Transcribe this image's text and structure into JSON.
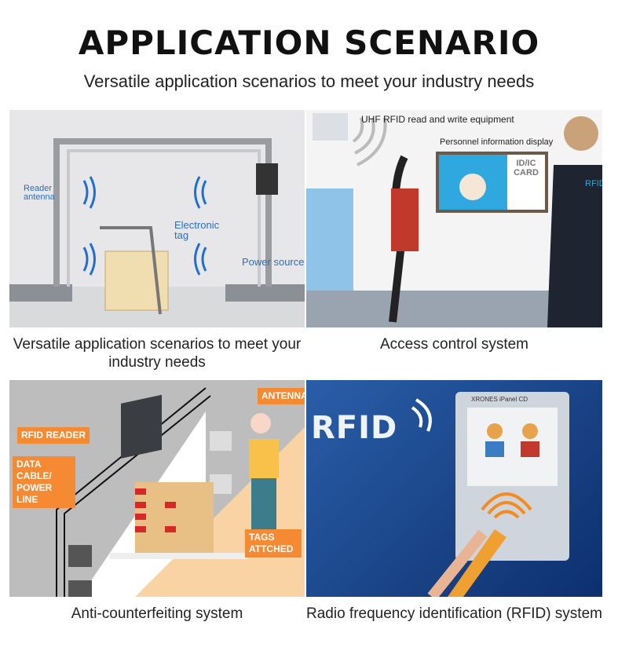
{
  "header": {
    "title": "APPLICATION SCENARIO",
    "subtitle": "Versatile application scenarios to meet your industry needs"
  },
  "panels": [
    {
      "caption": "Versatile application scenarios to meet your industry needs",
      "labels": {
        "reader_antenna": "Reader antenna",
        "electronic_tag": "Electronic tag",
        "power_source": "Power source"
      }
    },
    {
      "caption": "Access control system",
      "labels": {
        "equipment": "UHF RFID read and write equipment",
        "display": "Personnel information display",
        "card": "ID/IC CARD",
        "rfid": "RFID"
      }
    },
    {
      "caption": "Anti-counterfeiting system",
      "labels": {
        "antenna": "ANTENNA",
        "reader": "RFID READER",
        "cable": "DATA CABLE/ POWER LINE",
        "tags": "TAGS ATTCHED"
      }
    },
    {
      "caption": "Radio frequency identification (RFID) system",
      "labels": {
        "rfid": "RFID",
        "panel": "XRONES iPanel CD"
      }
    }
  ]
}
